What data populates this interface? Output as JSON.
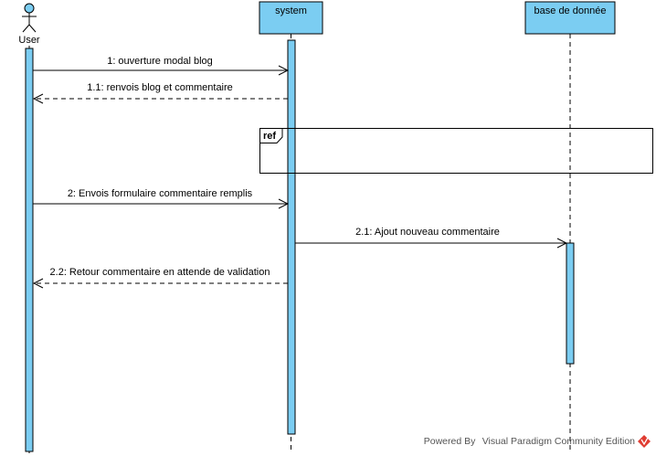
{
  "colors": {
    "header_fill": "#7bcdf2",
    "activation_fill": "#7bcdf2",
    "border": "#000000",
    "logo": "#e03c31"
  },
  "lifelines": {
    "user": {
      "label": "User",
      "icon": "actor-stick-figure-icon"
    },
    "system": {
      "label": "system"
    },
    "database": {
      "label": "base de donnée"
    }
  },
  "messages": [
    {
      "label": "1: ouverture modal blog",
      "kind": "sync"
    },
    {
      "label": "1.1: renvois blog et commentaire",
      "kind": "return"
    },
    {
      "label": "2: Envois formulaire commentaire remplis",
      "kind": "sync"
    },
    {
      "label": "2.1: Ajout nouveau commentaire",
      "kind": "sync"
    },
    {
      "label": "2.2: Retour commentaire en attende de validation",
      "kind": "return"
    }
  ],
  "fragment": {
    "label": "ref"
  },
  "footer": {
    "text": "Powered By  Visual Paradigm Community Edition",
    "logo_icon": "visual-paradigm-logo-icon"
  }
}
